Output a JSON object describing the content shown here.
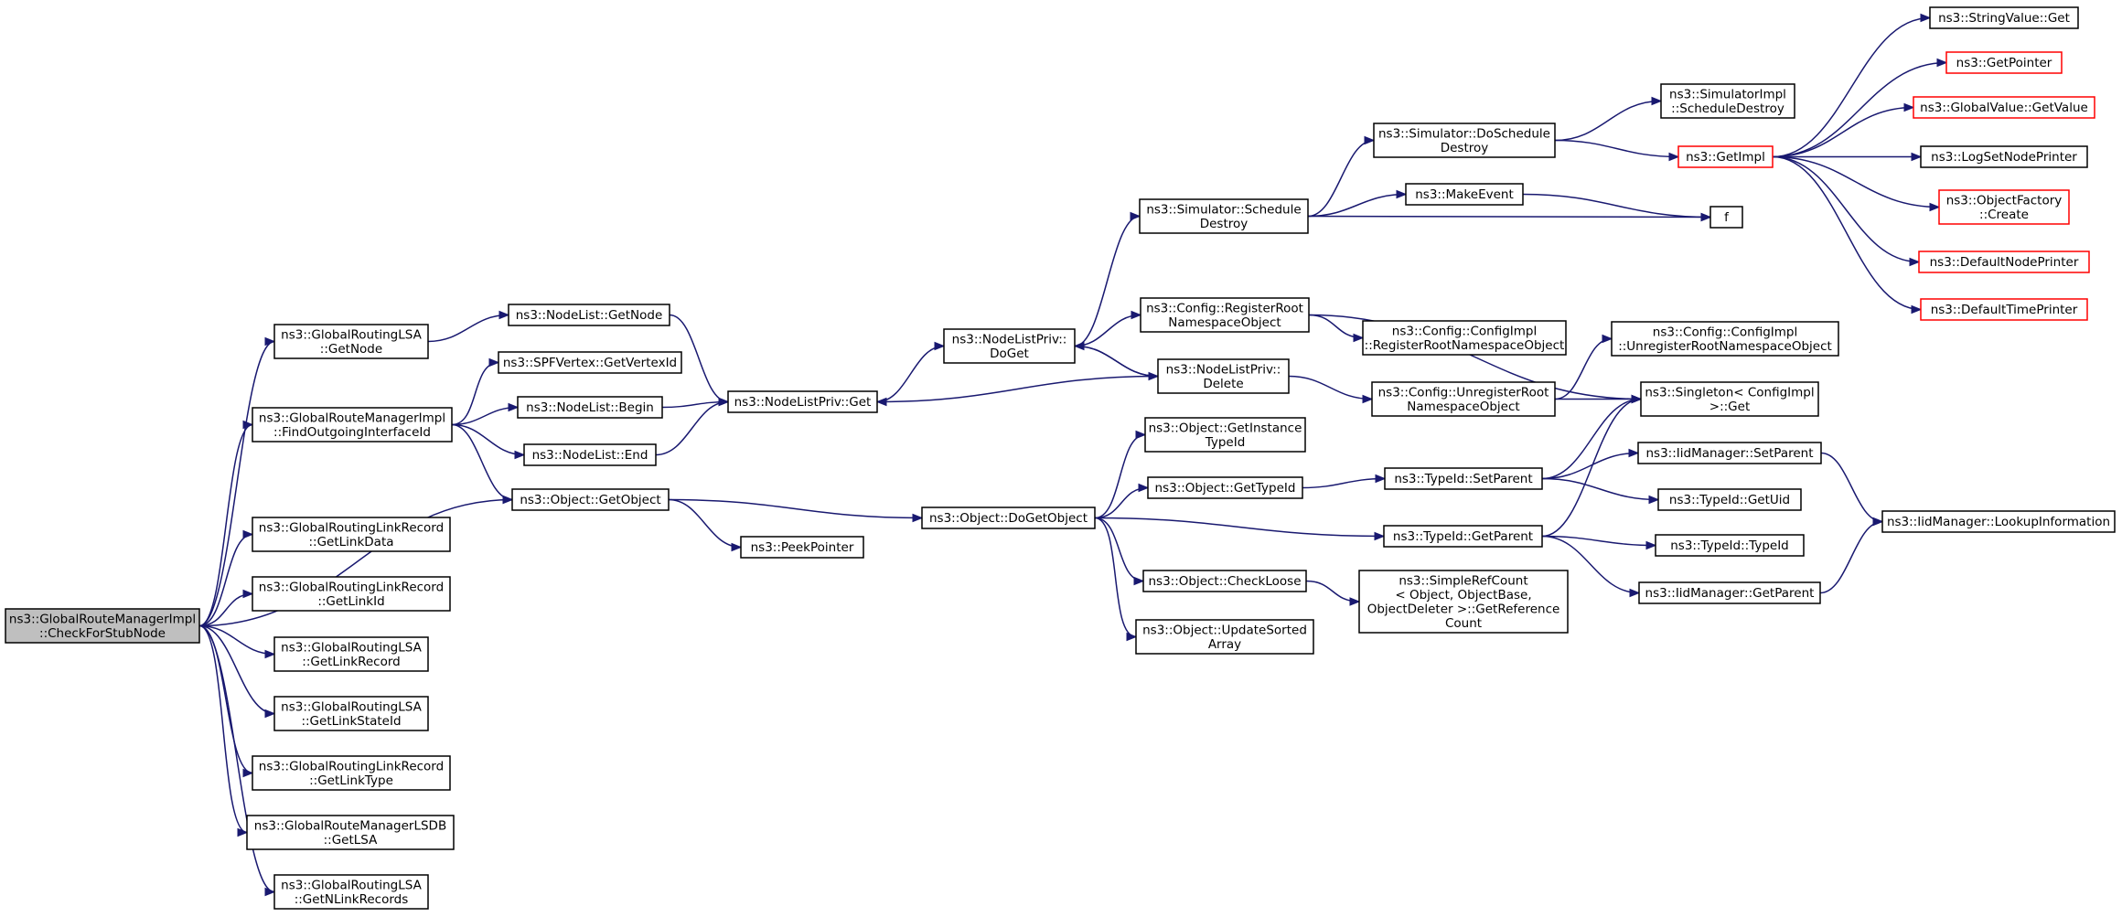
{
  "graph": {
    "colors": {
      "edge": "#191970",
      "node_border": "#000000",
      "truncated_border": "#ff0000",
      "root_fill": "#bfbfbf",
      "background": "#ffffff"
    },
    "nodes": [
      {
        "id": "root",
        "lines": [
          "ns3::GlobalRouteManagerImpl",
          "::CheckForStubNode"
        ],
        "root": true
      },
      {
        "id": "grlsa_getnode",
        "lines": [
          "ns3::GlobalRoutingLSA",
          "::GetNode"
        ]
      },
      {
        "id": "findout",
        "lines": [
          "ns3::GlobalRouteManagerImpl",
          "::FindOutgoingInterfaceId"
        ]
      },
      {
        "id": "objgetobject",
        "lines": [
          "ns3::Object::GetObject"
        ]
      },
      {
        "id": "getlinkdata",
        "lines": [
          "ns3::GlobalRoutingLinkRecord",
          "::GetLinkData"
        ]
      },
      {
        "id": "getlinkid",
        "lines": [
          "ns3::GlobalRoutingLinkRecord",
          "::GetLinkId"
        ]
      },
      {
        "id": "getlinkrecord",
        "lines": [
          "ns3::GlobalRoutingLSA",
          "::GetLinkRecord"
        ]
      },
      {
        "id": "getlinkstateid",
        "lines": [
          "ns3::GlobalRoutingLSA",
          "::GetLinkStateId"
        ]
      },
      {
        "id": "getlinktype",
        "lines": [
          "ns3::GlobalRoutingLinkRecord",
          "::GetLinkType"
        ]
      },
      {
        "id": "getlsa",
        "lines": [
          "ns3::GlobalRouteManagerLSDB",
          "::GetLSA"
        ]
      },
      {
        "id": "getnlinkrecords",
        "lines": [
          "ns3::GlobalRoutingLSA",
          "::GetNLinkRecords"
        ]
      },
      {
        "id": "nodelist_getnode",
        "lines": [
          "ns3::NodeList::GetNode"
        ]
      },
      {
        "id": "spf_getvertexid",
        "lines": [
          "ns3::SPFVertex::GetVertexId"
        ]
      },
      {
        "id": "nodelist_begin",
        "lines": [
          "ns3::NodeList::Begin"
        ]
      },
      {
        "id": "nodelist_end",
        "lines": [
          "ns3::NodeList::End"
        ]
      },
      {
        "id": "nlp_get",
        "lines": [
          "ns3::NodeListPriv::Get"
        ]
      },
      {
        "id": "peekpointer",
        "lines": [
          "ns3::PeekPointer"
        ]
      },
      {
        "id": "nlp_doget",
        "lines": [
          "ns3::NodeListPriv::",
          "DoGet"
        ]
      },
      {
        "id": "nlp_delete",
        "lines": [
          "ns3::NodeListPriv::",
          "Delete"
        ]
      },
      {
        "id": "obj_dogetobject",
        "lines": [
          "ns3::Object::DoGetObject"
        ]
      },
      {
        "id": "sim_schedule",
        "lines": [
          "ns3::Simulator::Schedule",
          "Destroy"
        ]
      },
      {
        "id": "cfg_register",
        "lines": [
          "ns3::Config::RegisterRoot",
          "NamespaceObject"
        ]
      },
      {
        "id": "obj_getinstance",
        "lines": [
          "ns3::Object::GetInstance",
          "TypeId"
        ]
      },
      {
        "id": "obj_gettypeid",
        "lines": [
          "ns3::Object::GetTypeId"
        ]
      },
      {
        "id": "obj_checkloose",
        "lines": [
          "ns3::Object::CheckLoose"
        ]
      },
      {
        "id": "obj_updatesorted",
        "lines": [
          "ns3::Object::UpdateSorted",
          "Array"
        ]
      },
      {
        "id": "sim_doschedule",
        "lines": [
          "ns3::Simulator::DoSchedule",
          "Destroy"
        ]
      },
      {
        "id": "makeevent",
        "lines": [
          "ns3::MakeEvent"
        ]
      },
      {
        "id": "cfgimpl_register",
        "lines": [
          "ns3::Config::ConfigImpl",
          "::RegisterRootNamespaceObject"
        ]
      },
      {
        "id": "cfg_unregister",
        "lines": [
          "ns3::Config::UnregisterRoot",
          "NamespaceObject"
        ]
      },
      {
        "id": "typeid_setparent",
        "lines": [
          "ns3::TypeId::SetParent"
        ]
      },
      {
        "id": "typeid_getparent",
        "lines": [
          "ns3::TypeId::GetParent"
        ]
      },
      {
        "id": "simplerefcount",
        "lines": [
          "ns3::SimpleRefCount",
          "< Object, ObjectBase,",
          "ObjectDeleter >::GetReference",
          "Count"
        ]
      },
      {
        "id": "simimpl_scheduledestroy",
        "lines": [
          "ns3::SimulatorImpl",
          "::ScheduleDestroy"
        ]
      },
      {
        "id": "getimpl",
        "lines": [
          "ns3::GetImpl"
        ],
        "truncated": true
      },
      {
        "id": "f",
        "lines": [
          "f"
        ]
      },
      {
        "id": "cfgimpl_unregister",
        "lines": [
          "ns3::Config::ConfigImpl",
          "::UnregisterRootNamespaceObject"
        ]
      },
      {
        "id": "singleton_get",
        "lines": [
          "ns3::Singleton< ConfigImpl",
          ">::Get"
        ]
      },
      {
        "id": "iid_setparent",
        "lines": [
          "ns3::IidManager::SetParent"
        ]
      },
      {
        "id": "typeid_getuid",
        "lines": [
          "ns3::TypeId::GetUid"
        ]
      },
      {
        "id": "typeid_typeid",
        "lines": [
          "ns3::TypeId::TypeId"
        ]
      },
      {
        "id": "iid_getparent",
        "lines": [
          "ns3::IidManager::GetParent"
        ]
      },
      {
        "id": "stringvalue_get",
        "lines": [
          "ns3::StringValue::Get"
        ]
      },
      {
        "id": "getpointer",
        "lines": [
          "ns3::GetPointer"
        ],
        "truncated": true
      },
      {
        "id": "globalvalue_getvalue",
        "lines": [
          "ns3::GlobalValue::GetValue"
        ],
        "truncated": true
      },
      {
        "id": "logsetnodeprinter",
        "lines": [
          "ns3::LogSetNodePrinter"
        ]
      },
      {
        "id": "objectfactory_create",
        "lines": [
          "ns3::ObjectFactory",
          "::Create"
        ],
        "truncated": true
      },
      {
        "id": "defaultnodeprinter",
        "lines": [
          "ns3::DefaultNodePrinter"
        ],
        "truncated": true
      },
      {
        "id": "defaulttimeprinter",
        "lines": [
          "ns3::DefaultTimePrinter"
        ],
        "truncated": true
      },
      {
        "id": "iid_lookupinfo",
        "lines": [
          "ns3::IidManager::LookupInformation"
        ]
      }
    ],
    "edges": [
      {
        "from": "root",
        "to": "grlsa_getnode"
      },
      {
        "from": "root",
        "to": "findout"
      },
      {
        "from": "root",
        "to": "objgetobject"
      },
      {
        "from": "root",
        "to": "getlinkdata"
      },
      {
        "from": "root",
        "to": "getlinkid"
      },
      {
        "from": "root",
        "to": "getlinkrecord"
      },
      {
        "from": "root",
        "to": "getlinkstateid"
      },
      {
        "from": "root",
        "to": "getlinktype"
      },
      {
        "from": "root",
        "to": "getlsa"
      },
      {
        "from": "root",
        "to": "getnlinkrecords"
      },
      {
        "from": "grlsa_getnode",
        "to": "nodelist_getnode"
      },
      {
        "from": "findout",
        "to": "spf_getvertexid"
      },
      {
        "from": "findout",
        "to": "nodelist_begin"
      },
      {
        "from": "findout",
        "to": "nodelist_end"
      },
      {
        "from": "findout",
        "to": "objgetobject"
      },
      {
        "from": "nodelist_getnode",
        "to": "nlp_get"
      },
      {
        "from": "nodelist_begin",
        "to": "nlp_get"
      },
      {
        "from": "nodelist_end",
        "to": "nlp_get"
      },
      {
        "from": "objgetobject",
        "to": "obj_dogetobject"
      },
      {
        "from": "objgetobject",
        "to": "peekpointer"
      },
      {
        "from": "nlp_get",
        "to": "nlp_doget"
      },
      {
        "from": "nlp_doget",
        "to": "sim_schedule"
      },
      {
        "from": "nlp_doget",
        "to": "cfg_register"
      },
      {
        "from": "nlp_doget",
        "to": "nlp_delete"
      },
      {
        "from": "nlp_delete",
        "to": "nlp_doget"
      },
      {
        "from": "nlp_delete",
        "to": "nlp_get"
      },
      {
        "from": "nlp_delete",
        "to": "cfg_unregister"
      },
      {
        "from": "obj_dogetobject",
        "to": "obj_getinstance"
      },
      {
        "from": "obj_dogetobject",
        "to": "obj_gettypeid"
      },
      {
        "from": "obj_dogetobject",
        "to": "typeid_getparent"
      },
      {
        "from": "obj_dogetobject",
        "to": "obj_checkloose"
      },
      {
        "from": "obj_dogetobject",
        "to": "obj_updatesorted"
      },
      {
        "from": "sim_schedule",
        "to": "sim_doschedule"
      },
      {
        "from": "sim_schedule",
        "to": "makeevent"
      },
      {
        "from": "sim_schedule",
        "to": "f"
      },
      {
        "from": "cfg_register",
        "to": "cfgimpl_register"
      },
      {
        "from": "cfg_register",
        "to": "singleton_get"
      },
      {
        "from": "cfg_unregister",
        "to": "cfgimpl_unregister"
      },
      {
        "from": "cfg_unregister",
        "to": "singleton_get"
      },
      {
        "from": "obj_gettypeid",
        "to": "typeid_setparent"
      },
      {
        "from": "obj_checkloose",
        "to": "simplerefcount"
      },
      {
        "from": "sim_doschedule",
        "to": "simimpl_scheduledestroy"
      },
      {
        "from": "sim_doschedule",
        "to": "getimpl"
      },
      {
        "from": "makeevent",
        "to": "f"
      },
      {
        "from": "typeid_setparent",
        "to": "singleton_get"
      },
      {
        "from": "typeid_setparent",
        "to": "iid_setparent"
      },
      {
        "from": "typeid_setparent",
        "to": "typeid_getuid"
      },
      {
        "from": "typeid_getparent",
        "to": "singleton_get"
      },
      {
        "from": "typeid_getparent",
        "to": "typeid_typeid"
      },
      {
        "from": "typeid_getparent",
        "to": "iid_getparent"
      },
      {
        "from": "getimpl",
        "to": "stringvalue_get"
      },
      {
        "from": "getimpl",
        "to": "getpointer"
      },
      {
        "from": "getimpl",
        "to": "globalvalue_getvalue"
      },
      {
        "from": "getimpl",
        "to": "logsetnodeprinter"
      },
      {
        "from": "getimpl",
        "to": "objectfactory_create"
      },
      {
        "from": "getimpl",
        "to": "defaultnodeprinter"
      },
      {
        "from": "getimpl",
        "to": "defaulttimeprinter"
      },
      {
        "from": "iid_setparent",
        "to": "iid_lookupinfo"
      },
      {
        "from": "iid_getparent",
        "to": "iid_lookupinfo"
      }
    ]
  }
}
